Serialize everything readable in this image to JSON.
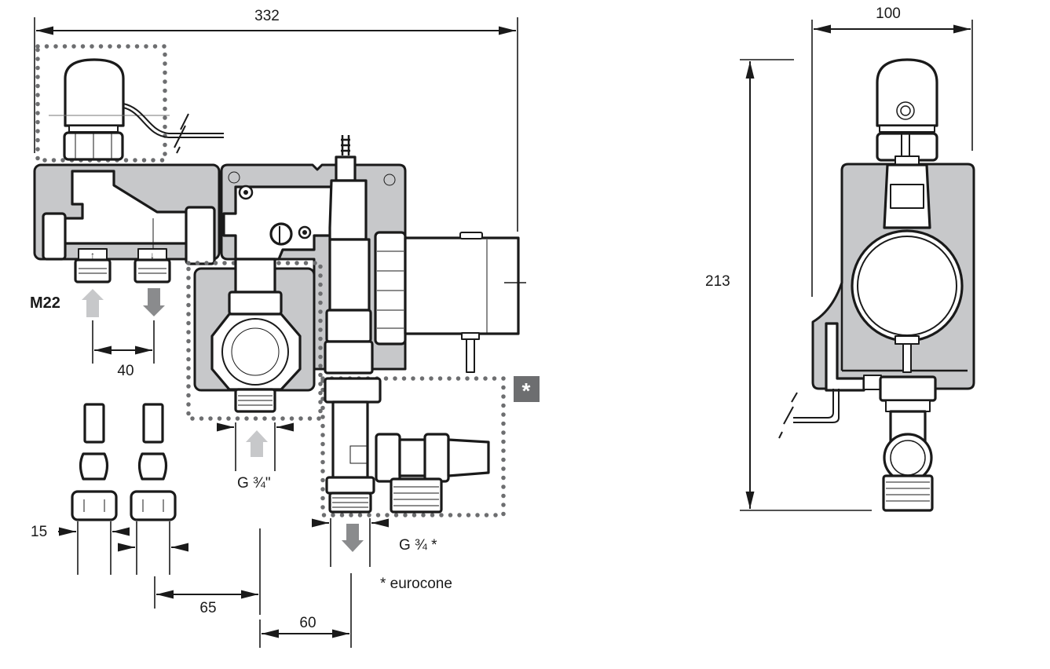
{
  "drawing": {
    "title": "Pump mixing group dimension drawing",
    "front_view": {
      "overall_width": "332",
      "thread_label": "M22",
      "port_spacing": "40",
      "inlet_thread": "G ¾\"",
      "outlet_thread": "G ¾ *",
      "pipe_diameter": "15",
      "offset_a": "65",
      "offset_b": "60",
      "footnote": "* eurocone",
      "eurocone_marker": "*"
    },
    "side_view": {
      "width": "100",
      "height": "213"
    }
  },
  "colors": {
    "plate": "#c7c8ca",
    "dotted_outline": "#6d6e70",
    "flow_in_arrow": "#c7c8ca",
    "flow_out_arrow": "#8a8b8d",
    "marker_box": "#6d6e70",
    "line": "#1a1a1a"
  }
}
